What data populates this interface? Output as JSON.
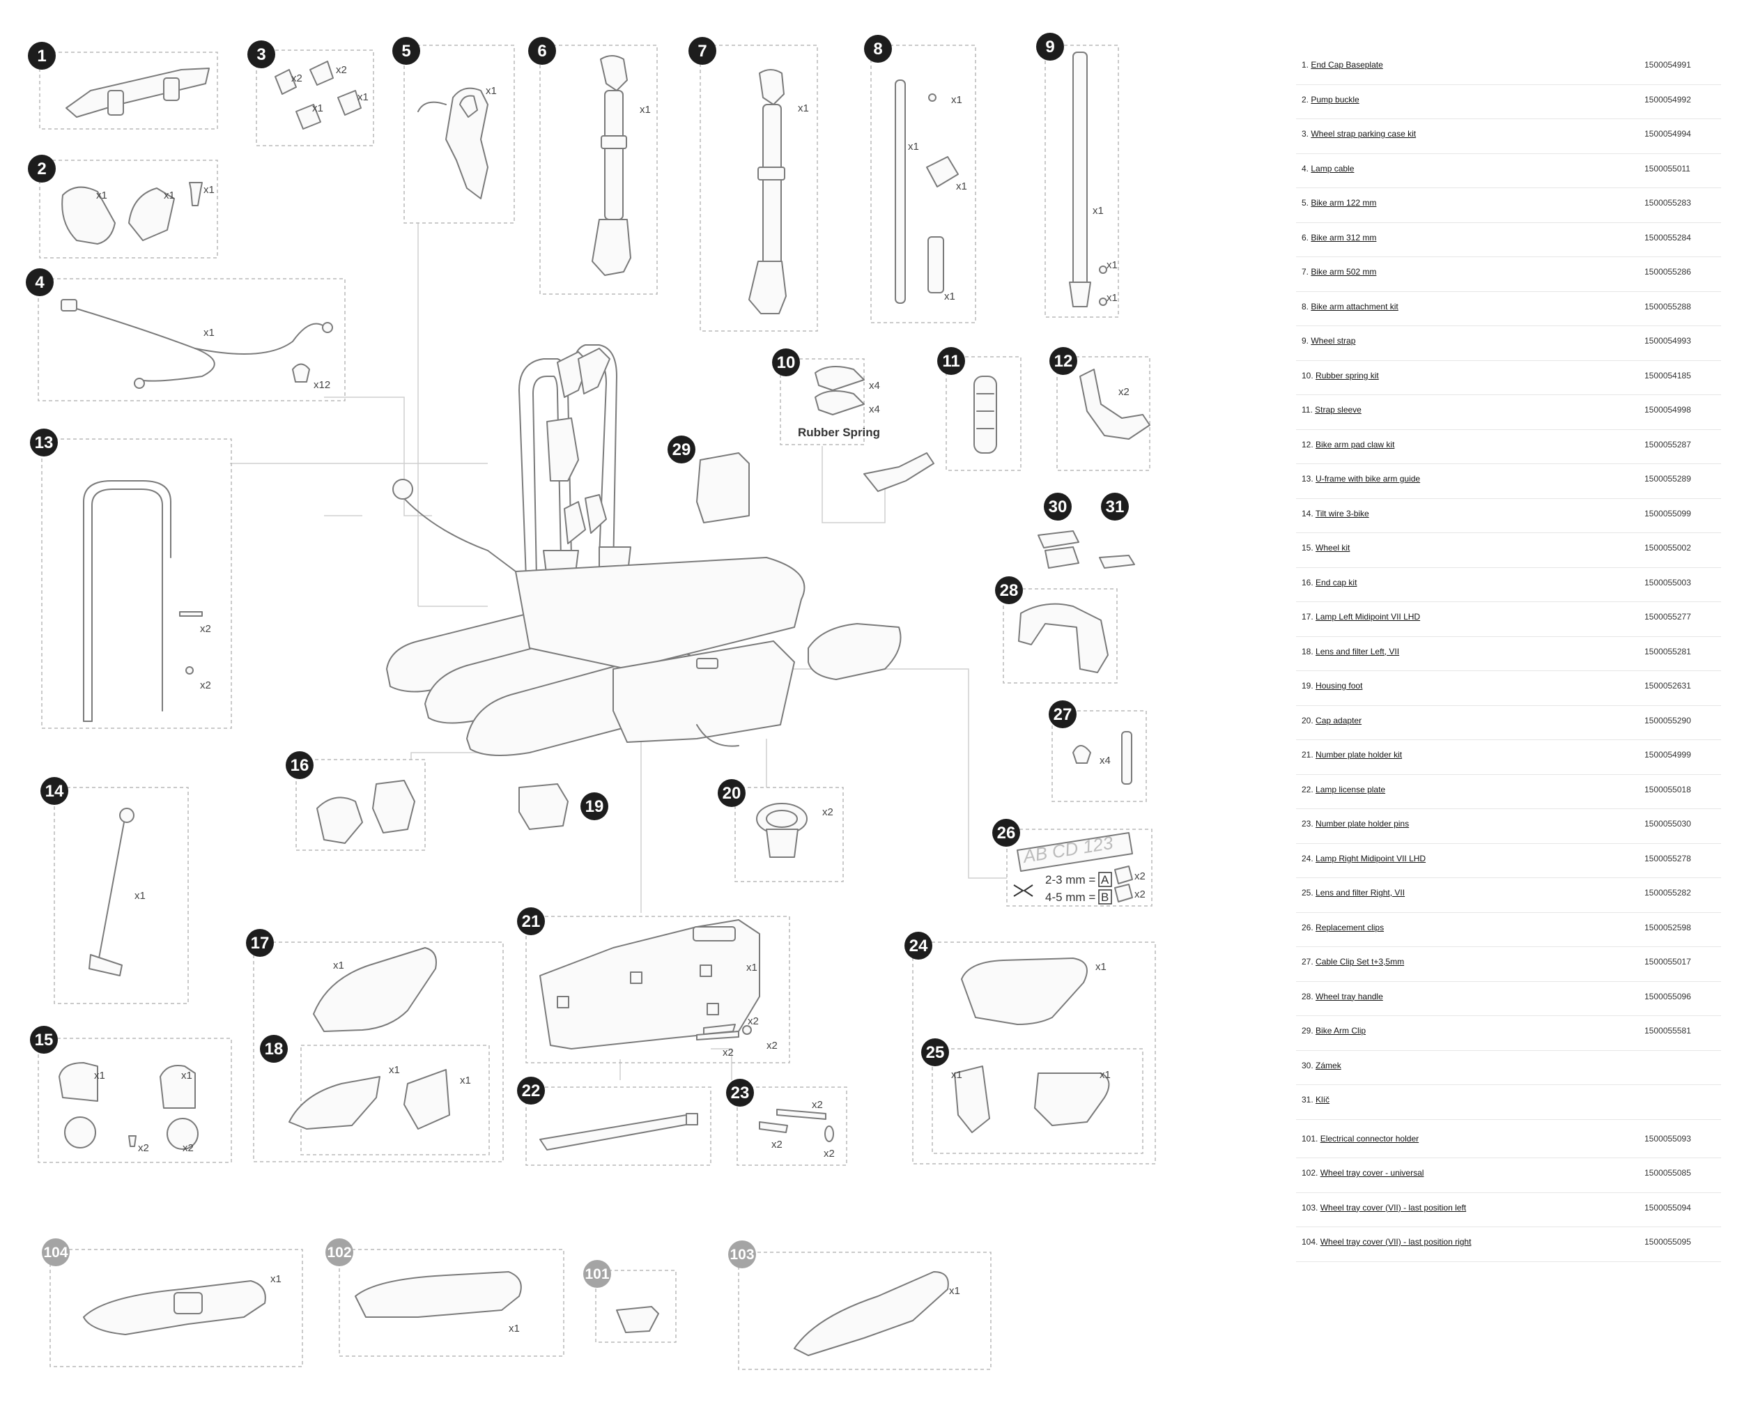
{
  "diagram": {
    "labels": {
      "rubber_spring": "Rubber Spring",
      "plate_text": "AB CD 123",
      "row1": "2-3 mm =",
      "row1_letter": "A",
      "row2": "4-5 mm =",
      "row2_letter": "B"
    },
    "quantities": {
      "q1a": "x2",
      "q1b": "x2",
      "q1c": "x1",
      "q1d": "x1",
      "q2a": "x1",
      "q2b": "x1",
      "q2c": "x1",
      "q4a": "x1",
      "q4b": "x12",
      "q5": "x1",
      "q6": "x1",
      "q7": "x1",
      "q8a": "x1",
      "q8b": "x1",
      "q8c": "x1",
      "q8d": "x1",
      "q9a": "x1",
      "q9b": "x1",
      "q9c": "x1",
      "q10a": "x4",
      "q10b": "x4",
      "q12": "x2",
      "q13a": "x2",
      "q13b": "x2",
      "q14": "x1",
      "q15a": "x1",
      "q15b": "x1",
      "q15c": "x2",
      "q15d": "x2",
      "q17": "x1",
      "q18a": "x1",
      "q18b": "x1",
      "q20": "x2",
      "q21a": "x1",
      "q21b": "x2",
      "q21c": "x2",
      "q21d": "x2",
      "q23a": "x2",
      "q23b": "x2",
      "q23c": "x2",
      "q24": "x1",
      "q25a": "x1",
      "q25b": "x1",
      "q26a": "x2",
      "q26b": "x2",
      "q27": "x4",
      "q104": "x1",
      "q102": "x1",
      "q103": "x1"
    },
    "badges": [
      "1",
      "2",
      "3",
      "4",
      "5",
      "6",
      "7",
      "8",
      "9",
      "10",
      "11",
      "12",
      "13",
      "14",
      "15",
      "16",
      "17",
      "18",
      "19",
      "20",
      "21",
      "22",
      "23",
      "24",
      "25",
      "26",
      "27",
      "28",
      "29",
      "30",
      "31"
    ],
    "grey_badges": [
      "104",
      "102",
      "101",
      "103"
    ]
  },
  "parts": [
    {
      "no": "1.",
      "name": "End Cap Baseplate",
      "code": "1500054991"
    },
    {
      "no": "2.",
      "name": "Pump buckle",
      "code": "1500054992"
    },
    {
      "no": "3.",
      "name": "Wheel strap parking case kit",
      "code": "1500054994"
    },
    {
      "no": "4.",
      "name": "Lamp cable",
      "code": "1500055011"
    },
    {
      "no": "5.",
      "name": "Bike arm 122 mm",
      "code": "1500055283"
    },
    {
      "no": "6.",
      "name": "Bike arm 312 mm",
      "code": "1500055284"
    },
    {
      "no": "7.",
      "name": "Bike arm 502 mm",
      "code": "1500055286"
    },
    {
      "no": "8.",
      "name": "Bike arm attachment kit",
      "code": "1500055288"
    },
    {
      "no": "9.",
      "name": "Wheel strap",
      "code": "1500054993"
    },
    {
      "no": "10.",
      "name": "Rubber spring kit",
      "code": "1500054185"
    },
    {
      "no": "11.",
      "name": "Strap sleeve",
      "code": "1500054998"
    },
    {
      "no": "12.",
      "name": "Bike arm pad claw kit",
      "code": "1500055287"
    },
    {
      "no": "13.",
      "name": "U-frame with bike arm guide",
      "code": "1500055289"
    },
    {
      "no": "14.",
      "name": "Tilt wire 3-bike",
      "code": "1500055099"
    },
    {
      "no": "15.",
      "name": "Wheel kit",
      "code": "1500055002"
    },
    {
      "no": "16.",
      "name": "End cap kit",
      "code": "1500055003"
    },
    {
      "no": "17.",
      "name": "Lamp Left Midipoint VII LHD",
      "code": "1500055277"
    },
    {
      "no": "18.",
      "name": "Lens and filter Left, VII",
      "code": "1500055281"
    },
    {
      "no": "19.",
      "name": "Housing foot",
      "code": "1500052631"
    },
    {
      "no": "20.",
      "name": "Cap adapter",
      "code": "1500055290"
    },
    {
      "no": "21.",
      "name": "Number plate holder kit",
      "code": "1500054999"
    },
    {
      "no": "22.",
      "name": "Lamp license plate",
      "code": "1500055018"
    },
    {
      "no": "23.",
      "name": "Number plate holder pins",
      "code": "1500055030"
    },
    {
      "no": "24.",
      "name": "Lamp Right Midipoint VII LHD",
      "code": "1500055278"
    },
    {
      "no": "25.",
      "name": "Lens and filter Right, VII",
      "code": "1500055282"
    },
    {
      "no": "26.",
      "name": "Replacement clips",
      "code": "1500052598"
    },
    {
      "no": "27.",
      "name": "Cable Clip Set t+3,5mm",
      "code": "1500055017"
    },
    {
      "no": "28.",
      "name": "Wheel tray handle",
      "code": "1500055096"
    },
    {
      "no": "29.",
      "name": "Bike Arm Clip",
      "code": "1500055581"
    },
    {
      "no": "30.",
      "name": "Zámek",
      "code": ""
    },
    {
      "no": "31.",
      "name": "Klíč",
      "code": ""
    },
    {
      "no": "101.",
      "name": "Electrical connector holder",
      "code": "1500055093"
    },
    {
      "no": "102.",
      "name": "Wheel tray cover - universal",
      "code": "1500055085"
    },
    {
      "no": "103.",
      "name": "Wheel tray cover (VII) - last position left",
      "code": "1500055094"
    },
    {
      "no": "104.",
      "name": "Wheel tray cover (VII) - last position right",
      "code": "1500055095"
    }
  ]
}
